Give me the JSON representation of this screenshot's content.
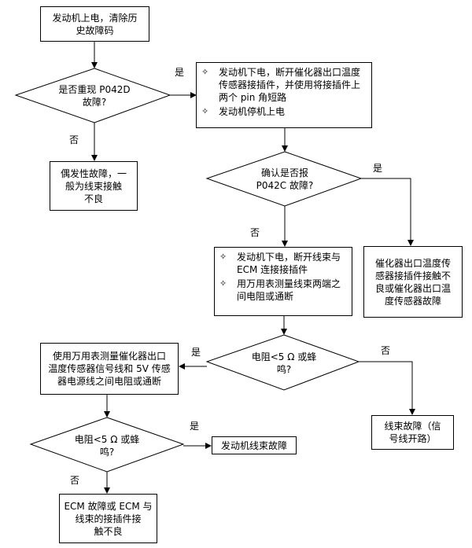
{
  "boxes": {
    "start": "发动机上电，清除历\n史故障码",
    "intermittent": "偶发性故障，一\n般为线束接触\n不良",
    "step2": [
      "发动机下电，断开催化器出口温度传感器接插件，并使用将接插件上两个 pin 角短路",
      "发动机停机上电"
    ],
    "step3": [
      "发动机下电，断开线束与 ECM 连接接插件",
      "用万用表测量线束两端之间电阻或通断"
    ],
    "sensor_fault": "催化器出口温度传\n感器接插件接触不\n良或催化器出口温\n度传感器故障",
    "measure_short": "使用万用表测量催化器出口\n温度传感器信号线和 5V 传感\n器电源线之间电阻或通断",
    "harness_open": "线束故障（信\n号线开路）",
    "engine_harness_fault": "发动机线束故障",
    "ecm_fault": "ECM 故障或 ECM 与\n线束的接插件接\n触不良"
  },
  "decisions": {
    "d1": "是否重现 P042D\n故障?",
    "d2": "确认是否报\nP042C 故障?",
    "d3": "电阻<5 Ω 或蜂\n鸣?",
    "d4": "电阻<5 Ω 或蜂\n鸣?"
  },
  "edge_labels": {
    "d1_yes": "是",
    "d1_no": "否",
    "d2_yes": "是",
    "d2_no": "否",
    "d3_yes": "是",
    "d3_no": "否",
    "d4_yes": "是",
    "d4_no": "否"
  },
  "icons": {
    "bullet": "diamond-bullet-icon"
  }
}
